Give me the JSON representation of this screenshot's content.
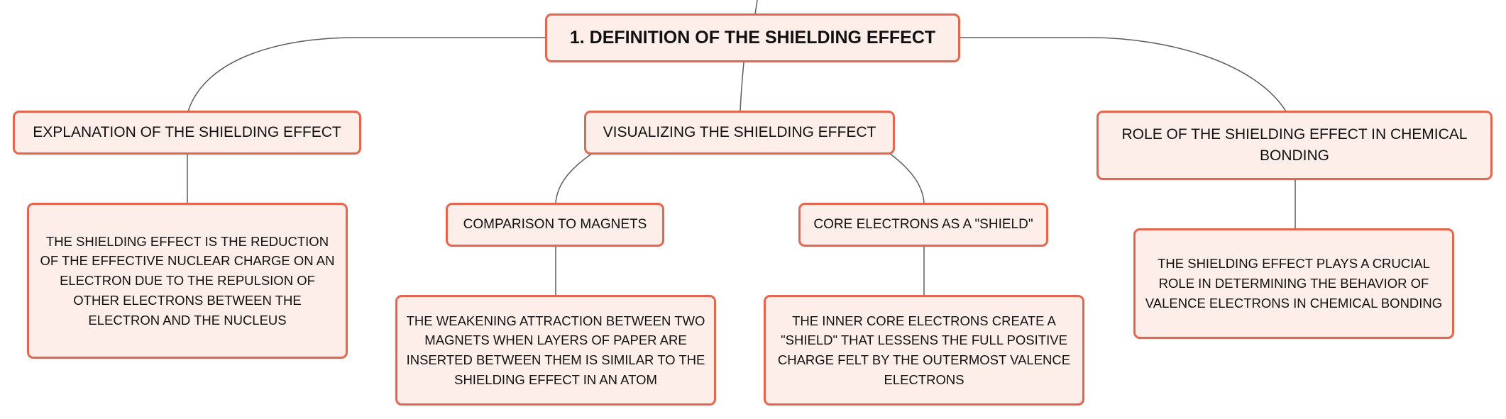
{
  "diagram": {
    "accent_border": "#e5664f",
    "node_fill": "#fdeeea",
    "connector_color": "#5d5d5d",
    "nodes": {
      "root": "1. DEFINITION OF THE SHIELDING EFFECT",
      "explanation": "EXPLANATION OF THE SHIELDING EFFECT",
      "visualizing": "VISUALIZING THE SHIELDING EFFECT",
      "role": "ROLE OF THE SHIELDING EFFECT IN CHEMICAL BONDING",
      "explanation_detail": "THE SHIELDING EFFECT IS THE REDUCTION OF THE EFFECTIVE NUCLEAR CHARGE ON AN ELECTRON DUE TO THE REPULSION OF OTHER ELECTRONS BETWEEN THE ELECTRON AND THE NUCLEUS",
      "magnets": "COMPARISON TO MAGNETS",
      "core_shield": "CORE ELECTRONS AS A \"SHIELD\"",
      "magnets_detail": "THE WEAKENING ATTRACTION BETWEEN TWO MAGNETS WHEN LAYERS OF PAPER ARE INSERTED BETWEEN THEM IS SIMILAR TO THE SHIELDING EFFECT IN AN ATOM",
      "core_shield_detail": "THE INNER CORE ELECTRONS CREATE A \"SHIELD\" THAT LESSENS THE FULL POSITIVE CHARGE FELT BY THE OUTERMOST VALENCE ELECTRONS",
      "role_detail": "THE SHIELDING EFFECT PLAYS A CRUCIAL ROLE IN DETERMINING THE BEHAVIOR OF VALENCE ELECTRONS IN CHEMICAL BONDING"
    }
  }
}
